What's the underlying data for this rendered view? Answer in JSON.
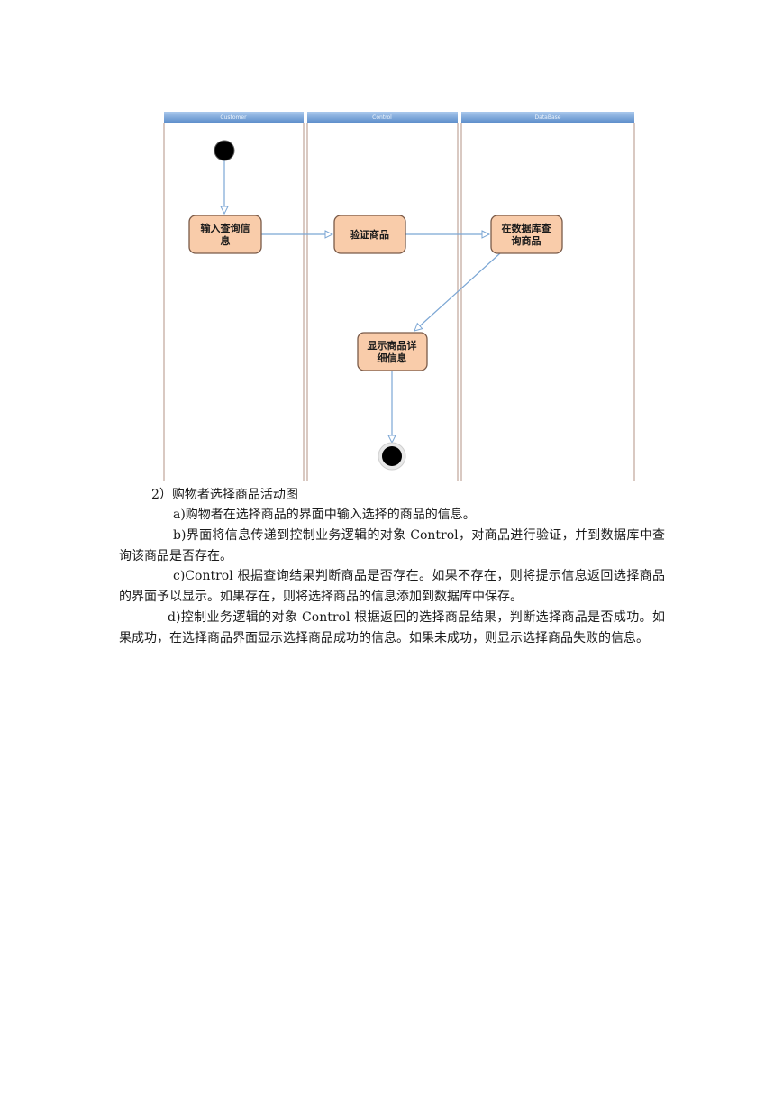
{
  "diagram": {
    "lanes": [
      {
        "name": "Customer"
      },
      {
        "name": "Control"
      },
      {
        "name": "DataBase"
      }
    ],
    "nodes": {
      "input": [
        "输入查询信",
        "息"
      ],
      "verify": [
        "验证商品"
      ],
      "query": [
        "在数据库查",
        "询商品"
      ],
      "display": [
        "显示商品详",
        "细信息"
      ]
    },
    "colors": {
      "node_fill": "#f9ccaa",
      "node_stroke": "#7a5a48",
      "edge": "#7ba6d4",
      "lane_header": "#7aa7da",
      "lane_border": "#d9c9c2"
    }
  },
  "text": {
    "caption": "2）购物者选择商品活动图",
    "para_a": "a)购物者在选择商品的界面中输入选择的商品的信息。",
    "para_b": "b)界面将信息传递到控制业务逻辑的对象 Control，对商品进行验证，并到数据库中查询该商品是否存在。",
    "para_c": "c)Control 根据查询结果判断商品是否存在。如果不存在，则将提示信息返回选择商品的界面予以显示。如果存在，则将选择商品的信息添加到数据库中保存。",
    "para_d": "d)控制业务逻辑的对象 Control 根据返回的选择商品结果，判断选择商品是否成功。如果成功，在选择商品界面显示选择商品成功的信息。如果未成功，则显示选择商品失败的信息。"
  }
}
